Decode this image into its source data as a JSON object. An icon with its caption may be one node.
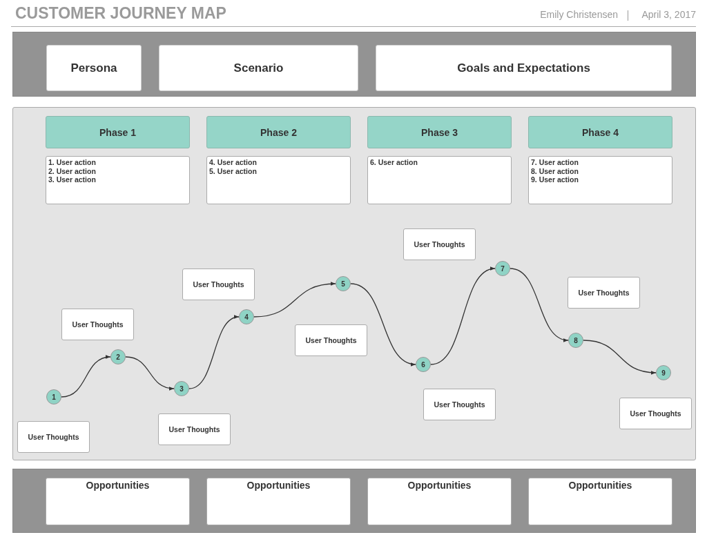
{
  "diagram": {
    "title": "CUSTOMER JOURNEY MAP",
    "nodes": [
      {
        "text": [],
        "shape": "box"
      },
      {
        "text": [
          "Persona"
        ],
        "in": 0
      },
      {
        "text": [
          "Scenario"
        ],
        "in": 0
      },
      {
        "text": [
          "Goals and Expectations"
        ],
        "in": 0
      },
      {
        "text": [],
        "shape": "box"
      },
      {
        "text": [
          "Phase 1"
        ],
        "in": 4
      },
      {
        "text": [
          "Phase 2"
        ],
        "in": 4
      },
      {
        "text": [
          "Phase 3"
        ],
        "in": 4
      },
      {
        "text": [
          "Phase 4"
        ],
        "in": 4
      },
      {
        "text": [
          "1. User action",
          "2. User action",
          "3. User action"
        ],
        "in": 4
      },
      {
        "text": [
          "4. User action",
          "5. User action"
        ],
        "in": 4
      },
      {
        "text": [
          "6. User action"
        ],
        "in": 4
      },
      {
        "text": [
          "7. User action",
          "8. User action",
          "9. User action"
        ],
        "in": 4
      },
      {
        "text": [
          "User Thoughts"
        ],
        "in": 4
      },
      {
        "text": [
          "User Thoughts"
        ],
        "in": 4
      },
      {
        "text": [
          "User Thoughts"
        ],
        "in": 4
      },
      {
        "text": [
          "User Thoughts"
        ],
        "in": 4
      },
      {
        "text": [
          "User Thoughts"
        ],
        "in": 4
      },
      {
        "text": [
          "User Thoughts"
        ],
        "in": 4
      },
      {
        "text": [
          "User Thoughts"
        ],
        "in": 4
      },
      {
        "text": [
          "User Thoughts"
        ],
        "in": 4
      },
      {
        "text": [
          "User Thoughts"
        ],
        "in": 4
      },
      {
        "text": [
          "1"
        ],
        "in": 4
      },
      {
        "text": [
          "2"
        ],
        "in": 4
      },
      {
        "text": [
          "3"
        ],
        "in": 4
      },
      {
        "text": [
          "4"
        ],
        "in": 4
      },
      {
        "text": [
          "5"
        ],
        "in": 4
      },
      {
        "text": [
          "6"
        ],
        "in": 4
      },
      {
        "text": [
          "7"
        ],
        "in": 4
      },
      {
        "text": [
          "8"
        ],
        "in": 4
      },
      {
        "text": [
          "9"
        ],
        "in": 4
      },
      {
        "text": [],
        "shape": "box"
      },
      {
        "text": [
          "Opportunities"
        ],
        "in": 31
      },
      {
        "text": [
          "Opportunities"
        ],
        "in": 31
      },
      {
        "text": [
          "Opportunities"
        ],
        "in": 31
      },
      {
        "text": [
          "Opportunities"
        ],
        "in": 31
      }
    ],
    "edges": [
      {
        "from": 22,
        "to": 23,
        "arrow": "to"
      },
      {
        "from": 23,
        "to": 24,
        "arrow": "to"
      },
      {
        "from": 24,
        "to": 25,
        "arrow": "to"
      },
      {
        "from": 25,
        "to": 26,
        "arrow": "to"
      },
      {
        "from": 26,
        "to": 27,
        "arrow": "to"
      },
      {
        "from": 27,
        "to": 28,
        "arrow": "to"
      },
      {
        "from": 28,
        "to": 29,
        "arrow": "to"
      },
      {
        "from": 29,
        "to": 30,
        "arrow": "to"
      }
    ],
    "labels": [
      "Emily Christensen",
      "April 3, 2017"
    ]
  }
}
